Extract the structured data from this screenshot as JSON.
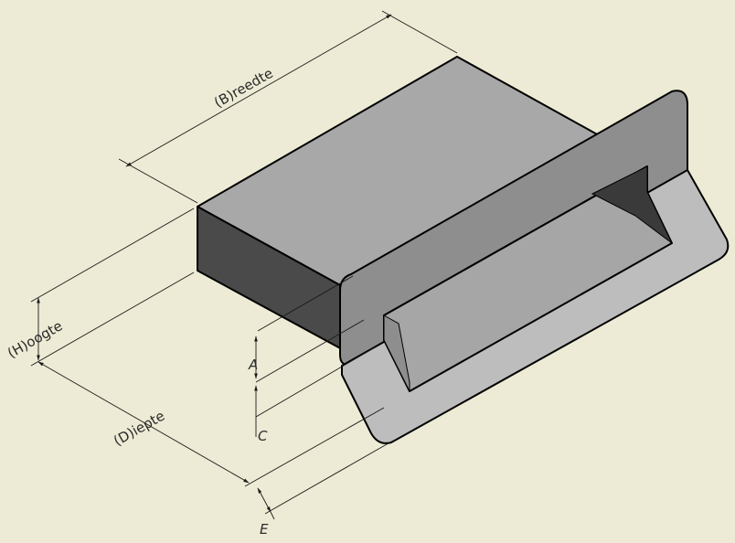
{
  "diagram": {
    "labels": {
      "breedte": "(B)reedte",
      "hoogte": "(H)oogte",
      "diepte": "(D)iepte",
      "a": "A",
      "c": "C",
      "e": "E"
    },
    "colors": {
      "background": "#EDEBD5",
      "top_face": "#A8A8A8",
      "left_face": "#4A4A4A",
      "flange_face": "#8E8E8E",
      "lip_face": "#BDBDBD",
      "inner_wall": "#3A3A3A",
      "inner_floor": "#A6A6A6"
    }
  }
}
